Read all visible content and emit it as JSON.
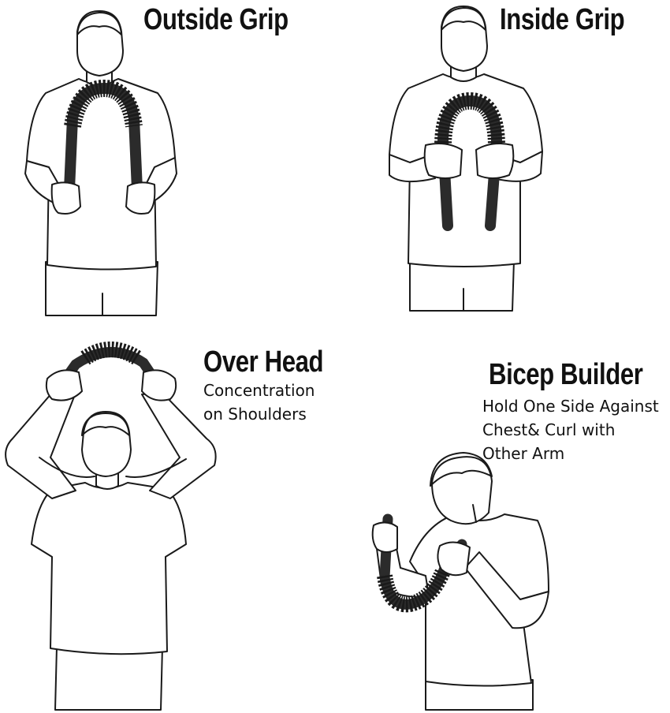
{
  "panels": {
    "outside_grip": {
      "title": "Outside Grip"
    },
    "inside_grip": {
      "title": "Inside Grip"
    },
    "over_head": {
      "title": "Over Head",
      "lines": [
        "Concentration",
        "on Shoulders"
      ]
    },
    "bicep_builder": {
      "title": "Bicep Builder",
      "lines": [
        "Hold One Side Against",
        "Chest& Curl with",
        "Other Arm"
      ]
    }
  },
  "colors": {
    "ink": "#1a1a1a",
    "bar": "#2b2b2b",
    "background": "#ffffff"
  }
}
